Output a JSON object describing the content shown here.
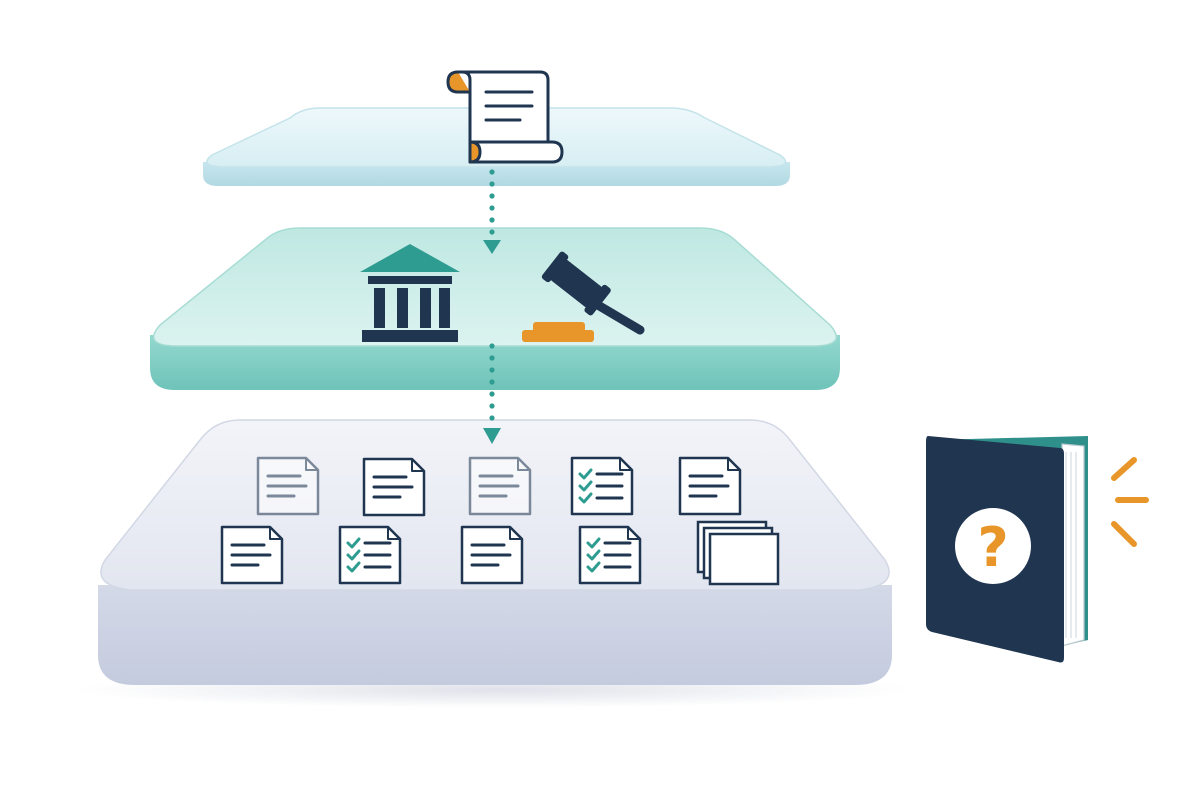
{
  "diagram": {
    "layers": [
      {
        "id": "top",
        "role": "source document layer",
        "icon": "scroll-icon"
      },
      {
        "id": "middle",
        "role": "institution and ruling layer",
        "icons": [
          "institution-icon",
          "gavel-icon"
        ]
      },
      {
        "id": "bottom",
        "role": "document collection layer",
        "document_count": 10
      }
    ],
    "connectors": [
      {
        "from": "top",
        "to": "middle",
        "style": "dotted-arrow"
      },
      {
        "from": "middle",
        "to": "bottom",
        "style": "dotted-arrow"
      }
    ],
    "side_item": {
      "icon": "question-book-icon",
      "glyph": "?"
    },
    "documents": [
      {
        "style": "lines",
        "faded": true
      },
      {
        "style": "lines",
        "faded": false
      },
      {
        "style": "lines",
        "faded": true
      },
      {
        "style": "checks",
        "faded": false
      },
      {
        "style": "lines",
        "faded": false
      },
      {
        "style": "lines",
        "faded": false
      },
      {
        "style": "checks",
        "faded": false
      },
      {
        "style": "lines",
        "faded": false
      },
      {
        "style": "checks",
        "faded": false
      },
      {
        "style": "stack",
        "faded": false
      }
    ]
  },
  "colors": {
    "navy": "#1f3550",
    "teal": "#2f9c92",
    "orange": "#e8962a",
    "glass_top": "#dff1f4",
    "glass_mid": "#b8e6e1",
    "tray": "#e7eaf3",
    "paper": "#ffffff"
  }
}
